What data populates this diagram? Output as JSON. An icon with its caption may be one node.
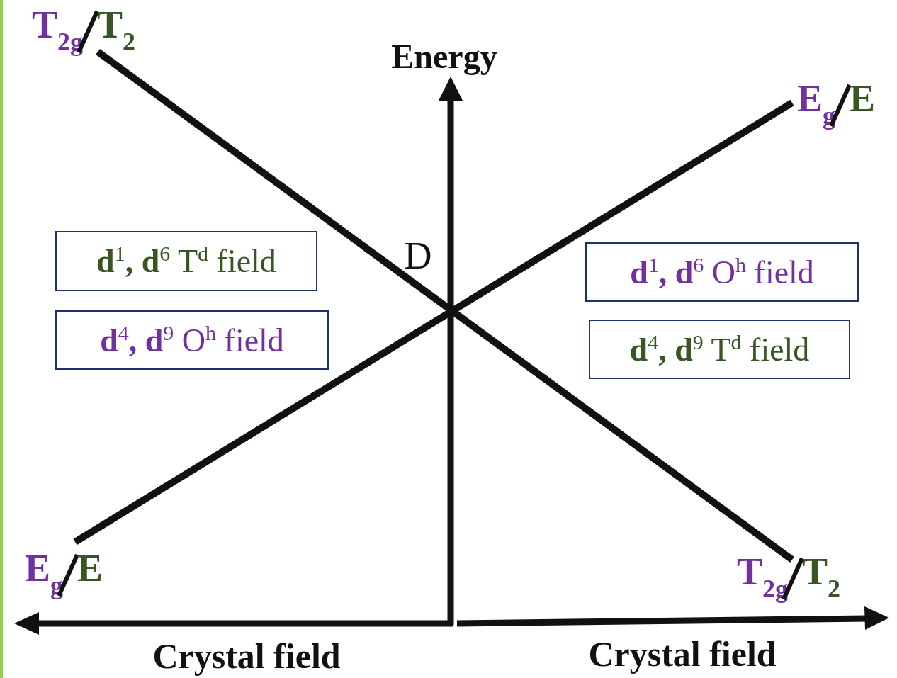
{
  "diagram": {
    "nodes": [
      {
        "text": [
          "T$_{2g}$",
          "T$_{2}$"
        ]
      },
      {
        "text": [
          "E$_{g}$",
          "E"
        ]
      },
      {
        "text": [
          "d$^{1}$, d$^{6}$ T$^{d}$ field"
        ]
      },
      {
        "text": [
          "d$^{4}$, d$^{9}$ O$^{h}$ field"
        ]
      },
      {
        "text": [
          "d$^{1}$, d$^{6}$ O$^{h}$ field"
        ]
      },
      {
        "text": [
          "d$^{4}$, d$^{9}$ T$^{d}$ field"
        ]
      },
      {
        "text": [
          "E$_{g}$",
          "E"
        ]
      },
      {
        "text": [
          "T$_{2g}$",
          "T$_{2}$"
        ]
      }
    ],
    "edges": [
      {
        "from": 0,
        "to": 7,
        "arrow": "none"
      },
      {
        "from": 6,
        "to": 1,
        "arrow": "none"
      }
    ],
    "labels": [
      "Energy",
      "D",
      "Crystal field",
      "Crystal field"
    ]
  }
}
